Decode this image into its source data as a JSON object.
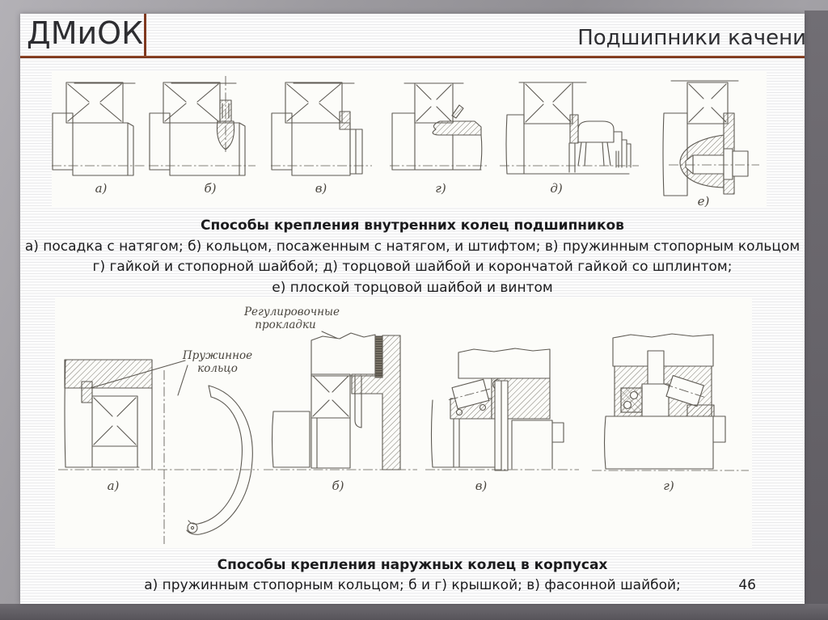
{
  "header": {
    "logo": "ДМиОК",
    "title": "Подшипники качени"
  },
  "figure_inner": {
    "caption_title": "Способы крепления внутренних колец подшипников",
    "caption_line1": "а) посадка с натягом; б) кольцом, посаженным с натягом, и штифтом; в) пружинным стопорным кольцом",
    "caption_line2": "г) гайкой и стопорной шайбой; д) торцовой шайбой и корончатой гайкой со шплинтом;",
    "caption_line3": "е) плоской торцовой шайбой и винтом",
    "labels": {
      "a": "а)",
      "b": "б)",
      "v": "в)",
      "g": "г)",
      "d": "д)",
      "e": "е)"
    }
  },
  "figure_outer": {
    "labels": {
      "a": "а)",
      "b": "б)",
      "v": "в)",
      "g": "г)"
    },
    "annotation_spring_line1": "Пружинное",
    "annotation_spring_line2": "кольцо",
    "annotation_shims_line1": "Регулировочные",
    "annotation_shims_line2": "прокладки"
  },
  "footer": {
    "caption_title": "Способы крепления наружных колец в корпусах",
    "caption_line": "а) пружинным стопорным кольцом; б и г) крышкой; в) фасонной шайбой;",
    "page_number": "46"
  },
  "colors": {
    "accent_line": "#80381f",
    "background_gray": "#918f94",
    "ink": "#5d5952"
  }
}
